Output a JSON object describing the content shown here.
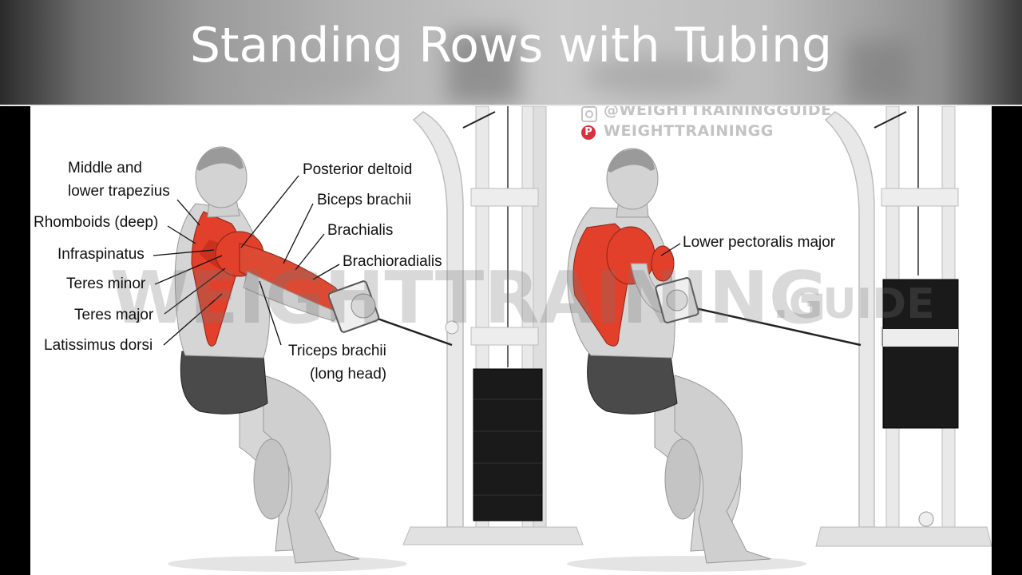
{
  "title": "Standing Rows with Tubing",
  "social": {
    "instagram": "@WEIGHTTRAININGGUIDE",
    "pinterest": "WEIGHTTRAININGG",
    "instagram_icon": "instagram-icon",
    "pinterest_icon": "pinterest-icon"
  },
  "watermark": {
    "main": "WEIGHTTRAINING",
    "suffix": ".GUIDE"
  },
  "labels_left": {
    "middle_trap_1": "Middle and",
    "middle_trap_2": "lower trapezius",
    "rhomboids": "Rhomboids (deep)",
    "infraspinatus": "Infraspinatus",
    "teres_minor": "Teres minor",
    "teres_major": "Teres major",
    "latissimus": "Latissimus dorsi",
    "posterior_deltoid": "Posterior deltoid",
    "biceps": "Biceps brachii",
    "brachialis": "Brachialis",
    "brachioradialis": "Brachioradialis",
    "triceps_1": "Triceps brachii",
    "triceps_2": "(long head)"
  },
  "labels_right": {
    "lower_pec": "Lower pectoralis major"
  },
  "colors": {
    "muscle_highlight": "#e2402a",
    "skin": "#d9d9d9",
    "shorts": "#4a4a4a",
    "machine": "#e6e6e6",
    "weight_stack": "#1a1a1a"
  }
}
